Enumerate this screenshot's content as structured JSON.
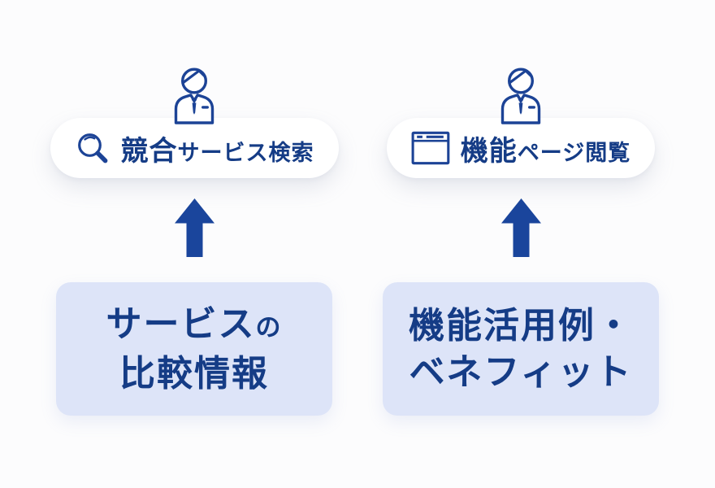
{
  "diagram": {
    "description": "User behavior funnel diagram: content boxes feed user actions",
    "colors": {
      "background": "#fcfcfd",
      "navy_text": "#153c86",
      "icon_stroke": "#1c4396",
      "arrow_fill": "#1a459c",
      "box_fill": "#dde4f8",
      "pill_fill": "#ffffff"
    },
    "columns": [
      {
        "persona": "businessman",
        "action_pill": {
          "icon": "search-icon",
          "label_strong": "競合",
          "label_rest": "サービス検索"
        },
        "arrow": "up",
        "content_box": {
          "line1_main": "サービス",
          "line1_small": "の",
          "line2": "比較情報"
        }
      },
      {
        "persona": "businessman",
        "action_pill": {
          "icon": "browser-icon",
          "label_strong": "機能",
          "label_rest": "ページ閲覧"
        },
        "arrow": "up",
        "content_box": {
          "line1_main": "機能活用例・",
          "line1_small": "",
          "line2": "ベネフィット"
        }
      }
    ]
  }
}
